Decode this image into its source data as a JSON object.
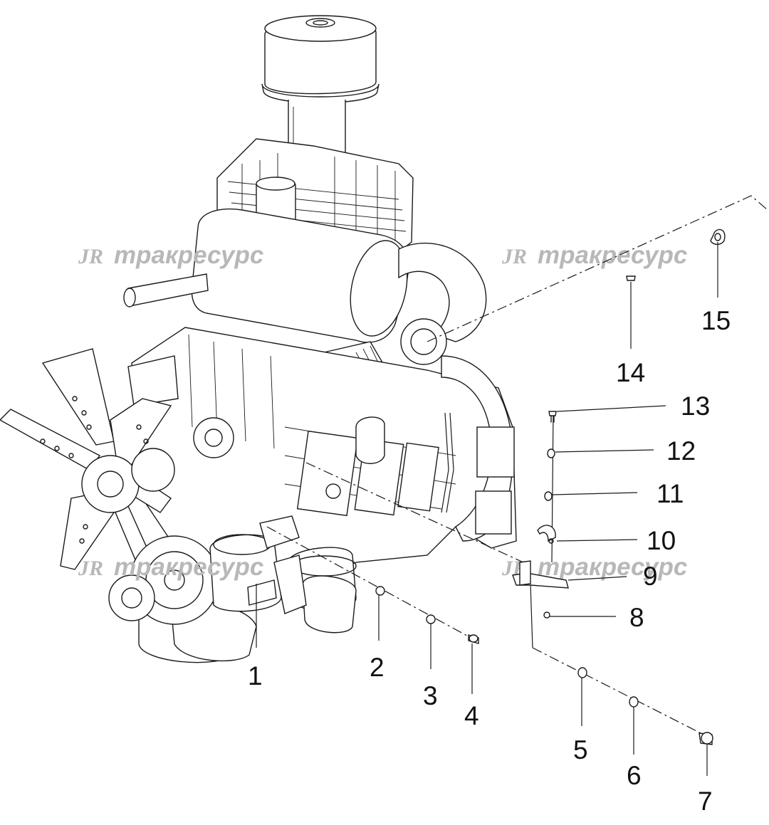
{
  "watermark": {
    "logo": "JR",
    "text": "тракресурс"
  },
  "callouts": {
    "c1": "1",
    "c2": "2",
    "c3": "3",
    "c4": "4",
    "c5": "5",
    "c6": "6",
    "c7": "7",
    "c8": "8",
    "c9": "9",
    "c10": "10",
    "c11": "11",
    "c12": "12",
    "c13": "13",
    "c14": "14",
    "c15": "15"
  },
  "icons": {
    "engine": "engine-assembly-icon",
    "bracket": "bracket-icon",
    "washer": "washer-icon",
    "bolt": "bolt-icon",
    "clip": "clamp-icon"
  }
}
